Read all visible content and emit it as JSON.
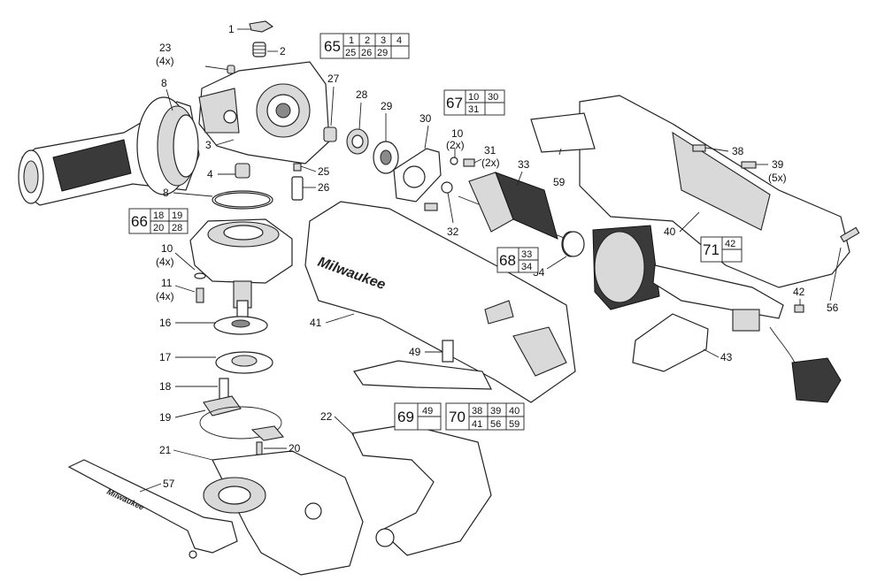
{
  "brand_text": "Milwaukee",
  "labels": {
    "p1": "1",
    "p2": "2",
    "p3": "3",
    "p4": "4",
    "p8a": "8",
    "p8b": "8",
    "p10a": "10",
    "p10a_q": "(4x)",
    "p11": "11",
    "p11_q": "(4x)",
    "p16": "16",
    "p17": "17",
    "p18": "18",
    "p19": "19",
    "p20": "20",
    "p21": "21",
    "p22": "22",
    "p23": "23",
    "p23_q": "(4x)",
    "p25": "25",
    "p26": "26",
    "p27": "27",
    "p28": "28",
    "p29": "29",
    "p30": "30",
    "p10b": "10",
    "p10b_q": "(2x)",
    "p31": "31",
    "p31_q": "(2x)",
    "p32": "32",
    "p33": "33",
    "p34": "34",
    "p38": "38",
    "p39": "39",
    "p39_q": "(5x)",
    "p40": "40",
    "p41": "41",
    "p42": "42",
    "p43": "43",
    "p49": "49",
    "p56": "56",
    "p57": "57",
    "p59": "59"
  },
  "kits": {
    "k65": {
      "num": "65",
      "items": [
        "1",
        "2",
        "3",
        "4",
        "25",
        "26",
        "29",
        ""
      ]
    },
    "k66": {
      "num": "66",
      "items": [
        "18",
        "19",
        "20",
        "28"
      ]
    },
    "k67": {
      "num": "67",
      "items": [
        "10",
        "30",
        "31",
        ""
      ]
    },
    "k68": {
      "num": "68",
      "items": [
        "33",
        "34"
      ]
    },
    "k69": {
      "num": "69",
      "items": [
        "49",
        ""
      ]
    },
    "k70": {
      "num": "70",
      "items": [
        "38",
        "39",
        "40",
        "41",
        "56",
        "59"
      ]
    },
    "k71": {
      "num": "71",
      "items": [
        "42",
        ""
      ]
    }
  }
}
